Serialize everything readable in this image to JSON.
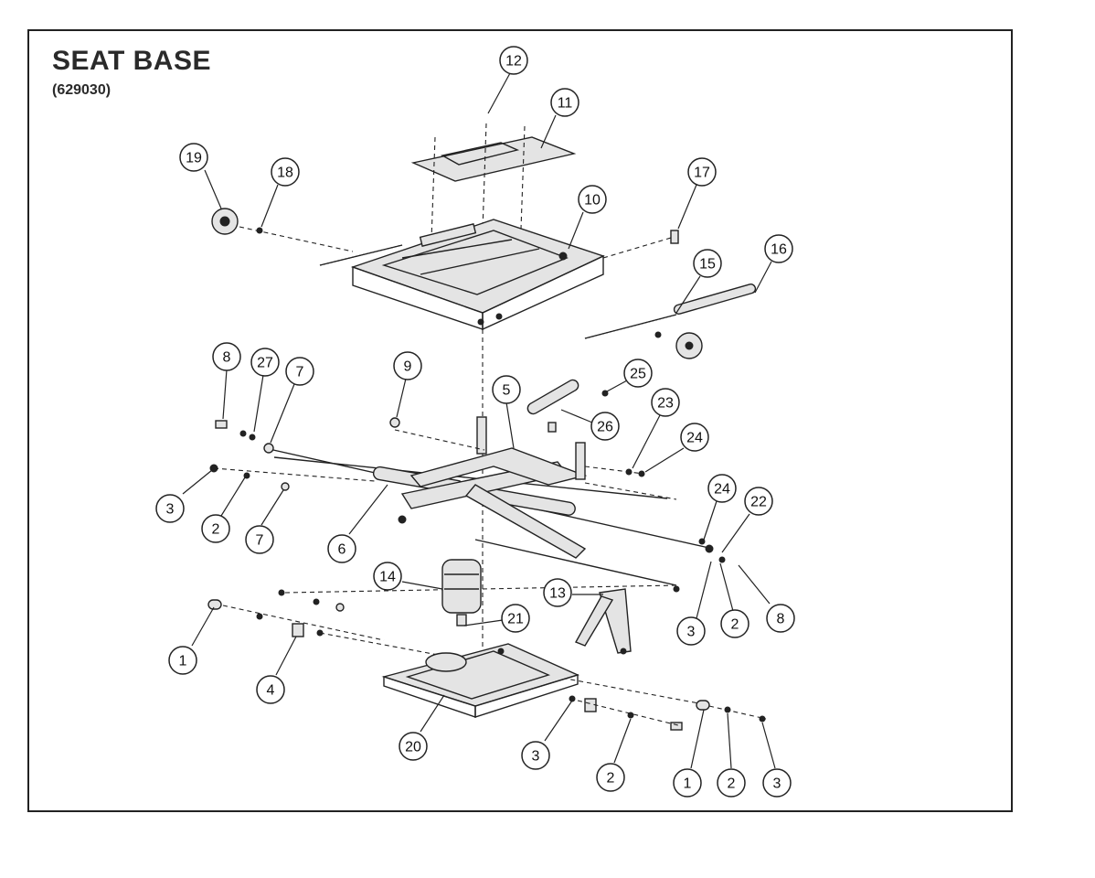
{
  "title": "SEAT BASE",
  "part_number": "(629030)",
  "callouts": [
    "12",
    "11",
    "19",
    "18",
    "10",
    "17",
    "16",
    "15",
    "8",
    "27",
    "7",
    "9",
    "5",
    "25",
    "23",
    "26",
    "24",
    "3",
    "2",
    "7",
    "6",
    "24",
    "22",
    "14",
    "13",
    "21",
    "1",
    "4",
    "8",
    "2",
    "3",
    "20",
    "3",
    "2",
    "1",
    "2",
    "3"
  ],
  "colors": {
    "line": "#222222",
    "background": "#ffffff"
  }
}
